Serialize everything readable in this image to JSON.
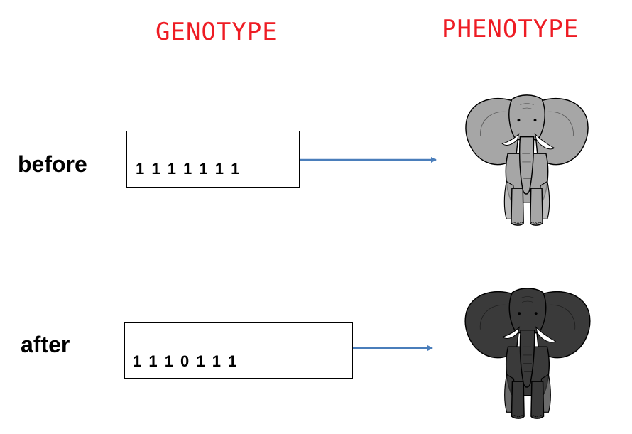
{
  "headings": {
    "genotype": "GENOTYPE",
    "phenotype": "PHENOTYPE"
  },
  "rows": [
    {
      "label": "before",
      "bits": "1 1 1 1 1 1 1",
      "elephant_color": "#a6a6a6"
    },
    {
      "label": "after",
      "bits": "1 1 1 0 1 1 1",
      "elephant_color": "#3a3a3a"
    }
  ],
  "colors": {
    "heading": "#ee1c24",
    "arrow": "#4a7ebb"
  }
}
